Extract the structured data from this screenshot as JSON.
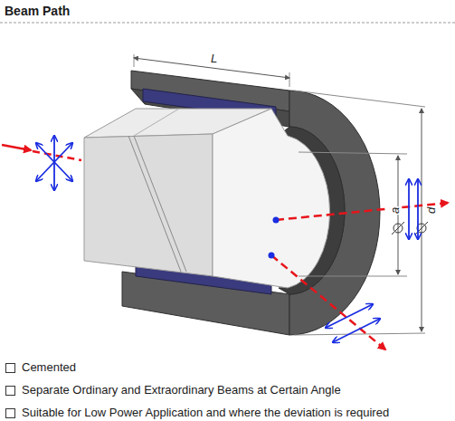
{
  "diagram": {
    "title": "Beam Path",
    "labels": [
      "L",
      "a",
      "d",
      "Cemented",
      "Separate Ordinary and Extraordinary Beams at Certain Angle",
      "Suitable for Low Power Application and where the deviation is required"
    ]
  }
}
